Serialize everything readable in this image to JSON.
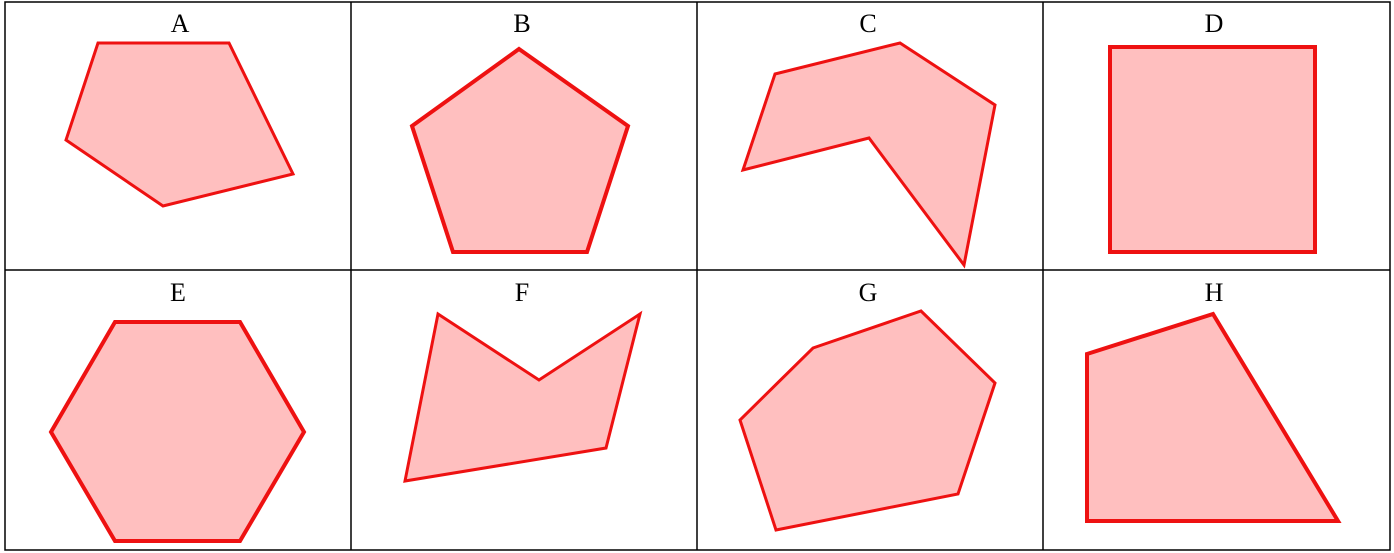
{
  "style": {
    "fill": "#ffbfbf",
    "stroke": "#ee1111",
    "border": "#000000"
  },
  "cells": [
    {
      "label": "A"
    },
    {
      "label": "B"
    },
    {
      "label": "C"
    },
    {
      "label": "D"
    },
    {
      "label": "E"
    },
    {
      "label": "F"
    },
    {
      "label": "G"
    },
    {
      "label": "H"
    }
  ]
}
